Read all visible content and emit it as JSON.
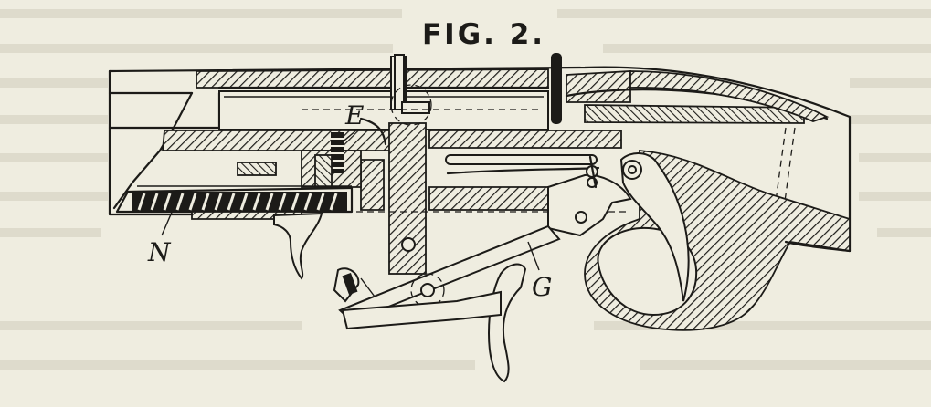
{
  "figure": {
    "title": "FIG. 2.",
    "labels": {
      "e": "E",
      "n": "N",
      "g": "G"
    }
  },
  "colors": {
    "paper": "#efede0",
    "ink": "#1c1b18"
  }
}
